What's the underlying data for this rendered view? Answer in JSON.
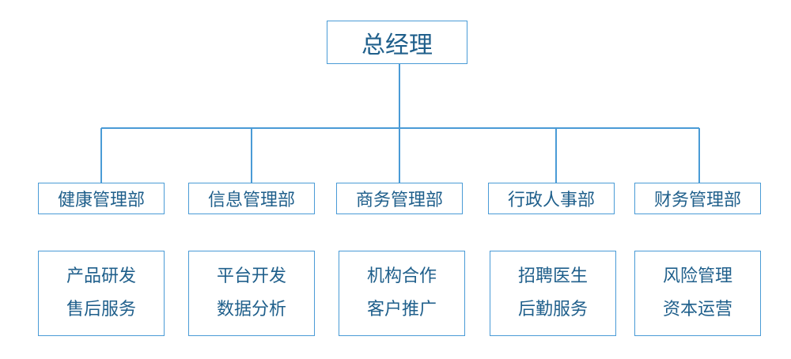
{
  "colors": {
    "line": "#4a9bd6",
    "text": "#1f5f8b"
  },
  "root": {
    "label": "总经理"
  },
  "departments": [
    {
      "label": "健康管理部",
      "duties": [
        "产品研发",
        "售后服务"
      ]
    },
    {
      "label": "信息管理部",
      "duties": [
        "平台开发",
        "数据分析"
      ]
    },
    {
      "label": "商务管理部",
      "duties": [
        "机构合作",
        "客户推广"
      ]
    },
    {
      "label": "行政人事部",
      "duties": [
        "招聘医生",
        "后勤服务"
      ]
    },
    {
      "label": "财务管理部",
      "duties": [
        "风险管理",
        "资本运营"
      ]
    }
  ]
}
